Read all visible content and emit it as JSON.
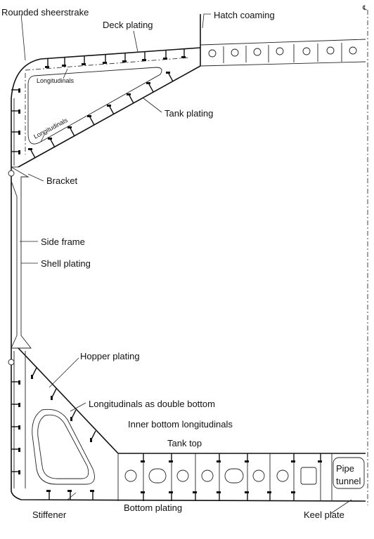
{
  "labels": {
    "rounded_sheerstrake": "Rounded sheerstrake",
    "deck_plating": "Deck plating",
    "hatch_coaming": "Hatch coaming",
    "centreline": "℄",
    "longitudinals_upper": "Longitudinals",
    "longitudinals_lower": "Longitudinals",
    "tank_plating": "Tank plating",
    "bracket": "Bracket",
    "side_frame": "Side frame",
    "shell_plating": "Shell plating",
    "hopper_plating": "Hopper plating",
    "longitudinals_double_bottom": "Longitudinals as double bottom",
    "inner_bottom_longitudinals": "Inner bottom longitudinals",
    "tank_top": "Tank top",
    "pipe_tunnel_line1": "Pipe",
    "pipe_tunnel_line2": "tunnel",
    "stiffener": "Stiffener",
    "bottom_plating": "Bottom plating",
    "keel_plate": "Keel plate"
  },
  "colors": {
    "line": "#111111",
    "background": "#ffffff"
  }
}
